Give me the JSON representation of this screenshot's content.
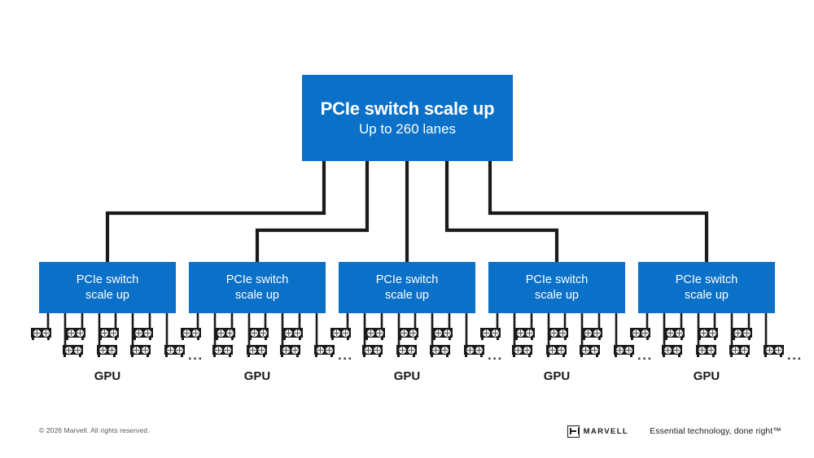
{
  "diagram": {
    "colors": {
      "box_blue": "#0a70c8",
      "wire_black": "#1a1a1a",
      "text_white": "#ffffff",
      "text_dark": "#1a1a1a",
      "background": "#ffffff"
    },
    "root_switch": {
      "title": "PCIe switch scale up",
      "subtitle": "Up to 260 lanes",
      "downlink_count": 5
    },
    "leaf_switches": [
      {
        "line1": "PCIe switch",
        "line2": "scale up",
        "gpu_caption": "GPU",
        "port_count": 8,
        "ellipsis": "..."
      },
      {
        "line1": "PCIe switch",
        "line2": "scale up",
        "gpu_caption": "GPU",
        "port_count": 8,
        "ellipsis": "..."
      },
      {
        "line1": "PCIe switch",
        "line2": "scale up",
        "gpu_caption": "GPU",
        "port_count": 8,
        "ellipsis": "..."
      },
      {
        "line1": "PCIe switch",
        "line2": "scale up",
        "gpu_caption": "GPU",
        "port_count": 8,
        "ellipsis": "..."
      },
      {
        "line1": "PCIe switch",
        "line2": "scale up",
        "gpu_caption": "GPU",
        "port_count": 8,
        "ellipsis": "..."
      }
    ]
  },
  "footer": {
    "copyright": "© 2026 Marvell. All rights reserved.",
    "logo_word": "MARVELL",
    "tagline": "Essential technology, done right™"
  }
}
